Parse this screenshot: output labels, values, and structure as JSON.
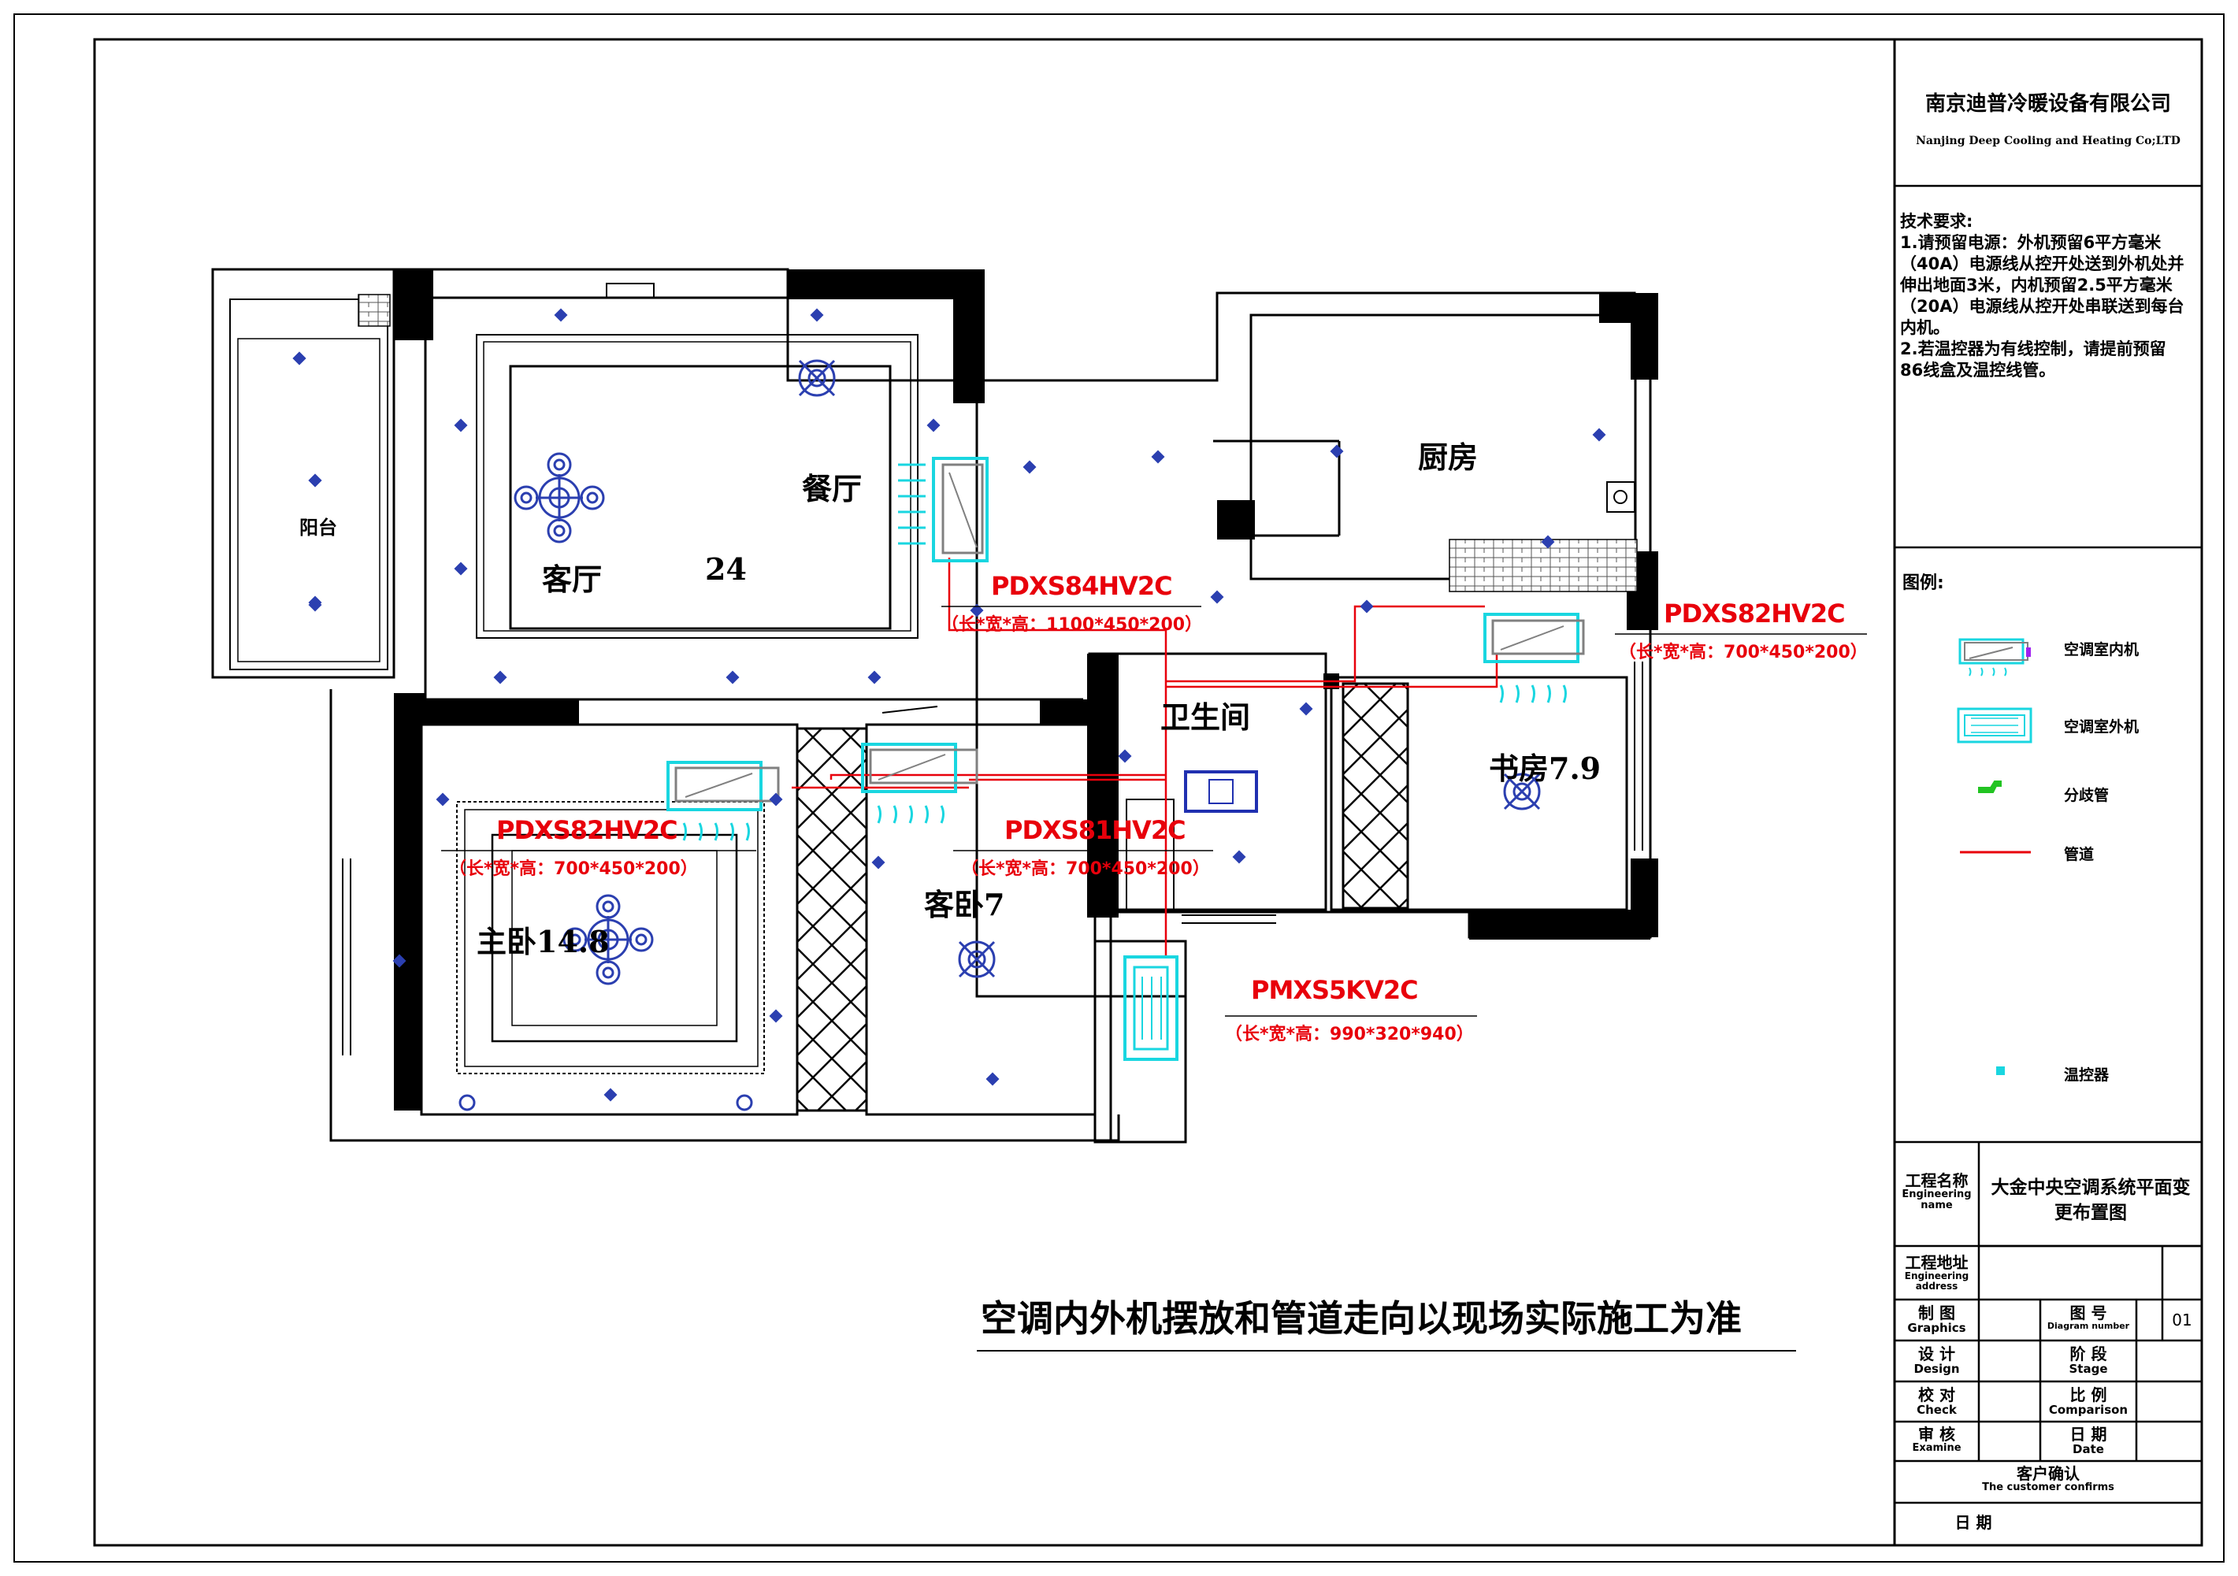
{
  "company": {
    "name_cn": "南京迪普冷暖设备有限公司",
    "name_en": "Nanjing Deep Cooling and Heating Co;LTD"
  },
  "requirements": {
    "heading": "技术要求:",
    "lines": [
      "1.请预留电源：外机预留6平方毫米",
      "（40A）电源线从控开处送到外机处并",
      "伸出地面3米，内机预留2.5平方毫米",
      "（20A）电源线从控开处串联送到每台",
      "内机。",
      "2.若温控器为有线控制，请提前预留",
      "86线盒及温控线管。"
    ]
  },
  "legend": {
    "heading": "图例:",
    "items": [
      {
        "label": "空调室内机",
        "icon": "indoor-unit-icon"
      },
      {
        "label": "空调室外机",
        "icon": "outdoor-unit-icon"
      },
      {
        "label": "分歧管",
        "icon": "branch-pipe-icon"
      },
      {
        "label": "管道",
        "icon": "pipe-line-icon"
      },
      {
        "label": "温控器",
        "icon": "thermostat-icon"
      }
    ]
  },
  "title_block": {
    "project_name_label_cn": "工程名称",
    "project_name_label_en": "Engineering name",
    "project_name_value": "大金中央空调系统平面变更布置图",
    "project_address_label_cn": "工程地址",
    "project_address_label_en": "Engineering address",
    "drawn_label_cn": "制 图",
    "drawn_label_en": "Graphics",
    "design_label_cn": "设 计",
    "design_label_en": "Design",
    "check_label_cn": "校 对",
    "check_label_en": "Check",
    "examine_label_cn": "审 核",
    "examine_label_en": "Examine",
    "diagram_no_label_cn": "图 号",
    "diagram_no_label_en": "Diagram number",
    "diagram_no_value": "01",
    "stage_label_cn": "阶 段",
    "stage_label_en": "Stage",
    "scale_label_cn": "比 例",
    "scale_label_en": "Comparison",
    "date_label_cn": "日 期",
    "date_label_en": "Date",
    "customer_label_cn": "客户确认",
    "customer_label_en": "The customer confirms",
    "bottom_date_label": "日 期"
  },
  "rooms": {
    "balcony": "阳台",
    "living": "客厅",
    "living_area": "24",
    "dining": "餐厅",
    "kitchen": "厨房",
    "bathroom": "卫生间",
    "study": "书房7.9",
    "master": "主卧14.8",
    "guest": "客卧7"
  },
  "units": {
    "dining_model": "PDXS84HV2C",
    "dining_dims": "（长*宽*高：1100*450*200）",
    "study_model": "PDXS82HV2C",
    "study_dims": "（长*宽*高：700*450*200）",
    "master_model": "PDXS82HV2C",
    "master_dims": "（长*宽*高：700*450*200）",
    "guest_model": "PDXS81HV2C",
    "guest_dims": "（长*宽*高：700*450*200）",
    "outdoor_model": "PMXS5KV2C",
    "outdoor_dims": "（长*宽*高：990*320*940）"
  },
  "note": "空调内外机摆放和管道走向以现场实际施工为准",
  "colors": {
    "pipe": "#e8000b",
    "unit": "#19d6e0",
    "unit_grey": "#808080",
    "thermostat": "#19d6e0",
    "light": "#2b3fb0",
    "branch": "#22c422"
  }
}
